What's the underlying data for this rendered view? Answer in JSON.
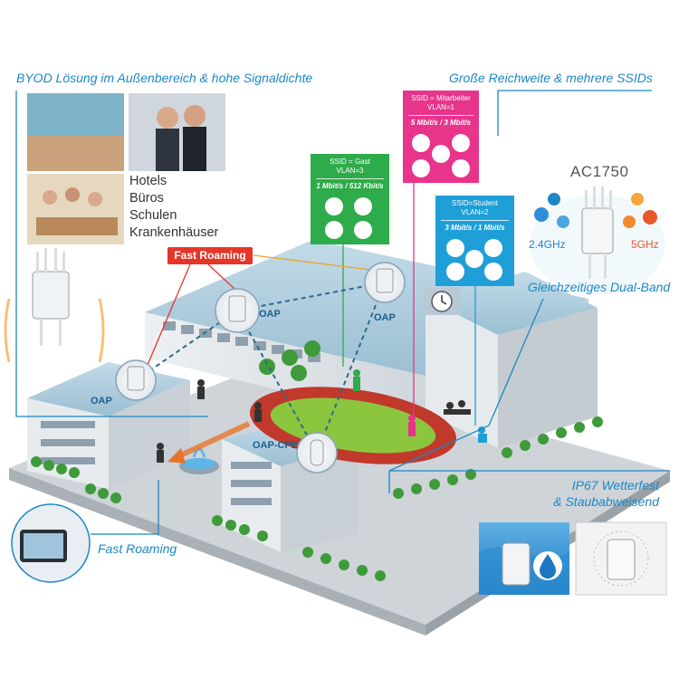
{
  "callouts": {
    "byod": "BYOD Lösung im Außenbereich & hohe Signaldichte",
    "range": "Große Reichweite & mehrere SSIDs",
    "dualband": "Gleichzeitiges Dual-Band",
    "ip67_line1": "IP67 Wetterfest",
    "ip67_line2": "& Staubabweisend",
    "fast_roaming_bottom": "Fast Roaming"
  },
  "venues": [
    "Hotels",
    "Büros",
    "Schulen",
    "Krankenhäuser"
  ],
  "fast_roaming_badge": "Fast Roaming",
  "ssid_cards": [
    {
      "line1": "SSID = Gast",
      "line2": "VLAN=3",
      "rate": "1 Mbit/s / 512 Kbit/s",
      "color": "#2eab4a"
    },
    {
      "line1": "SSID = Mitarbeiter",
      "line2": "VLAN=1",
      "rate": "5 Mbit/s / 3 Mbit/s",
      "color": "#e8348b"
    },
    {
      "line1": "SSID=Student",
      "line2": "VLAN=2",
      "rate": "3 Mbit/s / 1 Mbit/s",
      "color": "#1e9fd8"
    }
  ],
  "ap_labels": {
    "oap_left": "OAP",
    "oap_center": "OAP",
    "oap_right": "OAP",
    "oap_cpe": "OAP-CPE"
  },
  "product": {
    "model": "AC1750",
    "band_24": "2.4GHz",
    "band_5": "5GHz"
  },
  "colors": {
    "accent_blue": "#1b87c7",
    "roof": "#a9c9dc",
    "wall": "#dde2e6",
    "lawn": "#8cc63f",
    "track": "#c1392b",
    "roam_red": "#e6352a",
    "ground": "#c9ced2"
  },
  "icons": [
    "video-icon",
    "chat-icon",
    "document-icon",
    "globe-icon",
    "mail-icon",
    "bluetooth-icon",
    "gamepad-icon",
    "camera-icon",
    "water-drop-icon",
    "dust-icon",
    "wifi-icon"
  ]
}
